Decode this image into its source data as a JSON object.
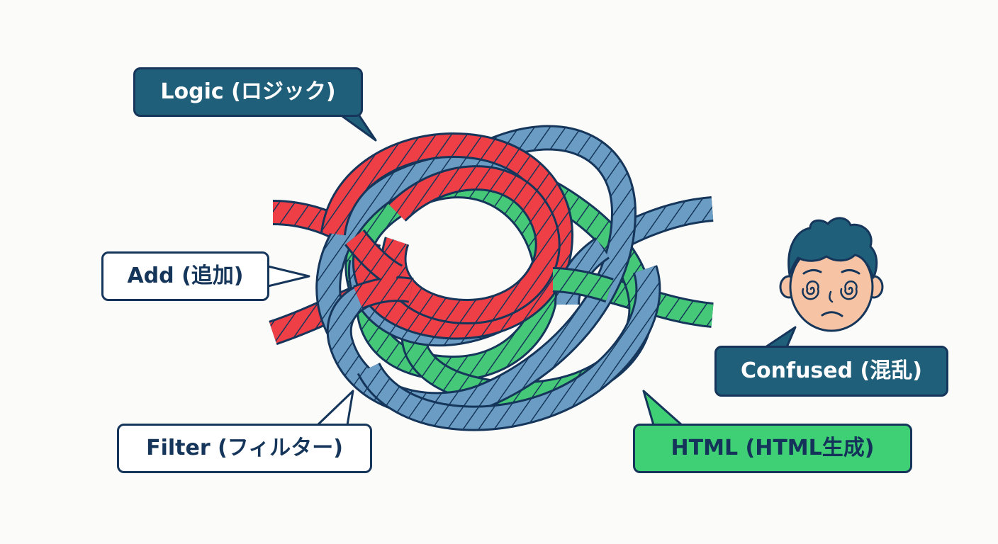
{
  "labels": {
    "logic": "Logic (ロジック)",
    "add": "Add (追加)",
    "filter": "Filter (フィルター)",
    "confused": "Confused (混乱)",
    "html": "HTML (HTML生成)"
  },
  "colors": {
    "dark_teal": "#1f5f7a",
    "navy_outline": "#15365a",
    "rope_red": "#ee3e46",
    "rope_blue": "#6b9dc4",
    "rope_green": "#45c877",
    "callout_green": "#3fcf74",
    "skin": "#f6c4a4",
    "background": "#fbfbfa"
  },
  "icons": {
    "person": "confused-face-icon"
  }
}
